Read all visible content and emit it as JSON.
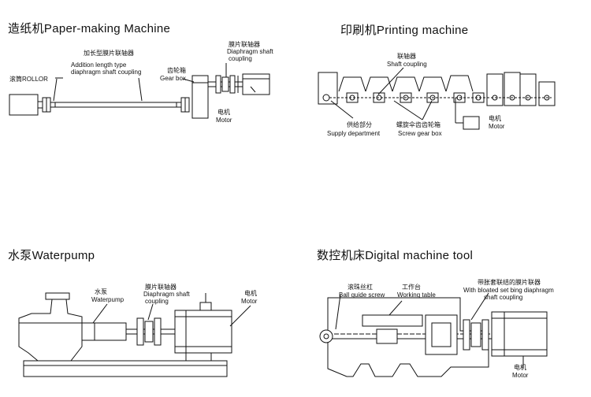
{
  "panels": {
    "paper": {
      "title": "造纸机Paper-making Machine",
      "roller": "滚筒ROLLOR",
      "ext_cn": "加长型膜片联轴器",
      "ext_en1": "Addition length type",
      "ext_en2": "diaphragm shaft coupling",
      "gear_cn": "齿轮箱",
      "gear_en": "Gear box",
      "diap_cn": "膜片联轴器",
      "diap_en1": "Diaphragm shaft",
      "diap_en2": "coupling",
      "motor_cn": "电机",
      "motor_en": "Motor"
    },
    "printing": {
      "title": "印刷机Printing machine",
      "coup_cn": "联轴器",
      "coup_en": "Shaft coupling",
      "supply_cn": "供给部分",
      "supply_en": "Supply department",
      "screw_cn": "螺旋伞齿齿轮箱",
      "screw_en": "Screw gear box",
      "motor_cn": "电机",
      "motor_en": "Motor"
    },
    "water": {
      "title": "水泵Waterpump",
      "pump_cn": "水泵",
      "pump_en": "Waterpump",
      "diap_cn": "膜片联轴器",
      "diap_en1": "Diaphragm shaft",
      "diap_en2": "coupling",
      "motor_cn": "电机",
      "motor_en": "Motor"
    },
    "cnc": {
      "title": "数控机床Digital machine tool",
      "ball_cn": "滚珠丝杠",
      "ball_en": "Ball guide screw",
      "table_cn": "工作台",
      "table_en": "Working table",
      "bloat_cn": "带胀套联结的膜片联器",
      "bloat_en1": "With bloated set bing diaphragm",
      "bloat_en2": "shaft coupling",
      "motor_cn": "电机",
      "motor_en": "Motor"
    }
  }
}
